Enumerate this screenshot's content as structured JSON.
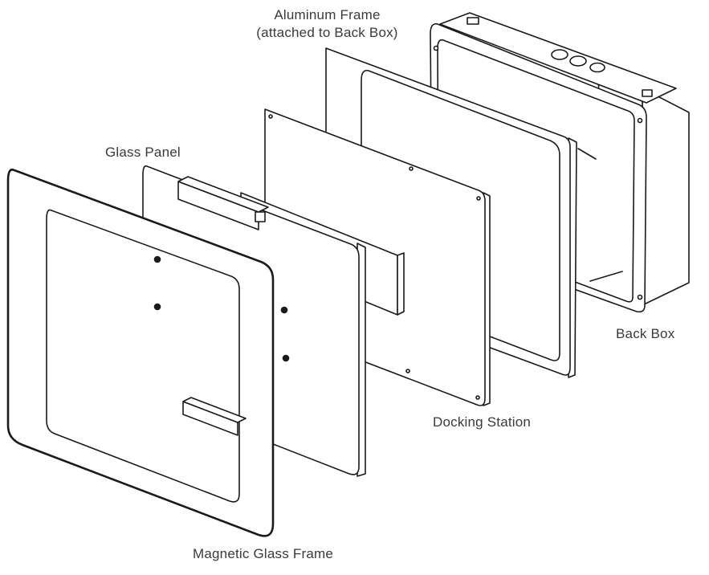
{
  "diagram": {
    "labels": {
      "aluminum_frame": [
        "Aluminum Frame",
        "(attached to Back Box)"
      ],
      "glass_panel": "Glass Panel",
      "back_box": "Back Box",
      "docking_station": "Docking Station",
      "magnetic_glass_frame": "Magnetic Glass Frame"
    },
    "colors": {
      "line": "#1a1a1a",
      "label_text": "#3a3a3a",
      "fill": "#ffffff"
    }
  }
}
